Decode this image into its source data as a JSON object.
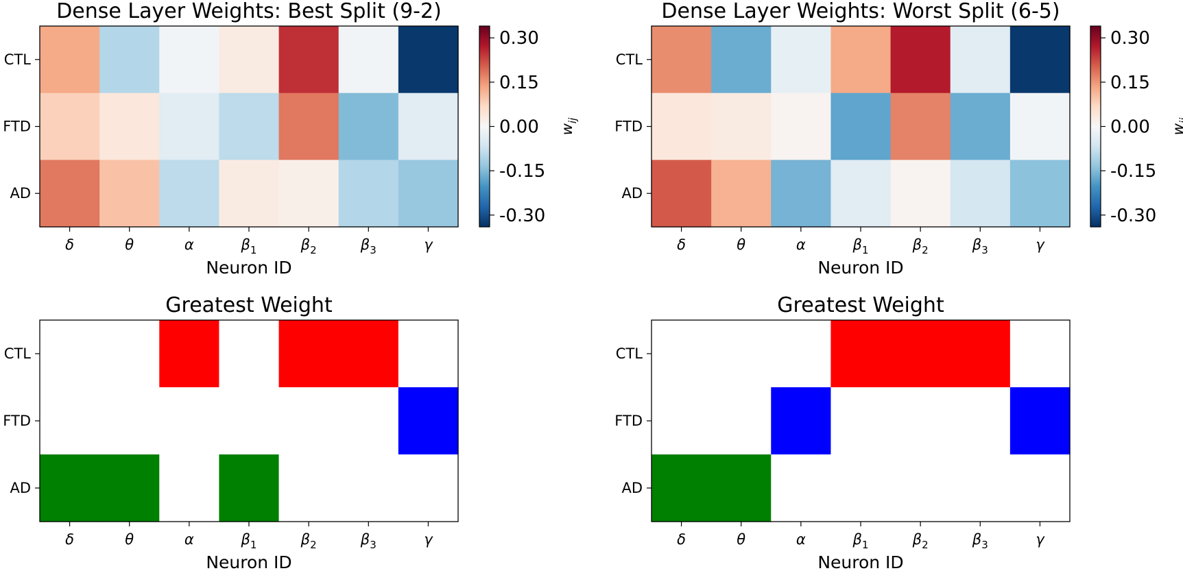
{
  "chart_data": [
    {
      "type": "heatmap",
      "title": "Dense Layer Weights: Best Split (9-2)",
      "xlabel": "Neuron ID",
      "ylabel": "",
      "rows": [
        "CTL",
        "FTD",
        "AD"
      ],
      "columns": [
        {
          "base": "δ",
          "sub": ""
        },
        {
          "base": "θ",
          "sub": ""
        },
        {
          "base": "α",
          "sub": ""
        },
        {
          "base": "β",
          "sub": "1"
        },
        {
          "base": "β",
          "sub": "2"
        },
        {
          "base": "β",
          "sub": "3"
        },
        {
          "base": "γ",
          "sub": ""
        }
      ],
      "values": [
        [
          0.13,
          -0.1,
          -0.01,
          0.03,
          0.25,
          -0.01,
          -0.33
        ],
        [
          0.08,
          0.04,
          -0.04,
          -0.09,
          0.18,
          -0.15,
          -0.04
        ],
        [
          0.18,
          0.1,
          -0.09,
          0.03,
          0.02,
          -0.1,
          -0.13
        ]
      ],
      "colorbar": {
        "label": "w",
        "label_sub": "ij",
        "ticks": [
          "0.30",
          "0.15",
          "0.00",
          "-0.15",
          "-0.30"
        ],
        "range": [
          -0.34,
          0.34
        ],
        "cmap": "RdBu_r"
      }
    },
    {
      "type": "heatmap",
      "title": "Dense Layer Weights: Worst Split (6-5)",
      "xlabel": "Neuron ID",
      "ylabel": "",
      "rows": [
        "CTL",
        "FTD",
        "AD"
      ],
      "columns": [
        {
          "base": "δ",
          "sub": ""
        },
        {
          "base": "θ",
          "sub": ""
        },
        {
          "base": "α",
          "sub": ""
        },
        {
          "base": "β",
          "sub": "1"
        },
        {
          "base": "β",
          "sub": "2"
        },
        {
          "base": "β",
          "sub": "3"
        },
        {
          "base": "γ",
          "sub": ""
        }
      ],
      "values": [
        [
          0.16,
          -0.17,
          -0.03,
          0.13,
          0.27,
          -0.04,
          -0.33
        ],
        [
          0.04,
          0.03,
          0.01,
          -0.18,
          0.17,
          -0.17,
          -0.01
        ],
        [
          0.21,
          0.12,
          -0.16,
          -0.04,
          0.01,
          -0.06,
          -0.14
        ]
      ],
      "colorbar": {
        "label": "w",
        "label_sub": "ij",
        "ticks": [
          "0.30",
          "0.15",
          "0.00",
          "-0.15",
          "-0.30"
        ],
        "range": [
          -0.34,
          0.34
        ],
        "cmap": "RdBu_r"
      }
    },
    {
      "type": "heatmap",
      "title": "Greatest Weight",
      "xlabel": "Neuron ID",
      "ylabel": "",
      "rows": [
        "CTL",
        "FTD",
        "AD"
      ],
      "columns": [
        {
          "base": "δ",
          "sub": ""
        },
        {
          "base": "θ",
          "sub": ""
        },
        {
          "base": "α",
          "sub": ""
        },
        {
          "base": "β",
          "sub": "1"
        },
        {
          "base": "β",
          "sub": "2"
        },
        {
          "base": "β",
          "sub": "3"
        },
        {
          "base": "γ",
          "sub": ""
        }
      ],
      "argmax": [
        "AD",
        "AD",
        "CTL",
        "AD",
        "CTL",
        "CTL",
        "FTD"
      ],
      "class_colors": {
        "CTL": "#ff0000",
        "FTD": "#0000ff",
        "AD": "#008000"
      }
    },
    {
      "type": "heatmap",
      "title": "Greatest Weight",
      "xlabel": "Neuron ID",
      "ylabel": "",
      "rows": [
        "CTL",
        "FTD",
        "AD"
      ],
      "columns": [
        {
          "base": "δ",
          "sub": ""
        },
        {
          "base": "θ",
          "sub": ""
        },
        {
          "base": "α",
          "sub": ""
        },
        {
          "base": "β",
          "sub": "1"
        },
        {
          "base": "β",
          "sub": "2"
        },
        {
          "base": "β",
          "sub": "3"
        },
        {
          "base": "γ",
          "sub": ""
        }
      ],
      "argmax": [
        "AD",
        "AD",
        "FTD",
        "CTL",
        "CTL",
        "CTL",
        "FTD"
      ],
      "class_colors": {
        "CTL": "#ff0000",
        "FTD": "#0000ff",
        "AD": "#008000"
      }
    }
  ]
}
